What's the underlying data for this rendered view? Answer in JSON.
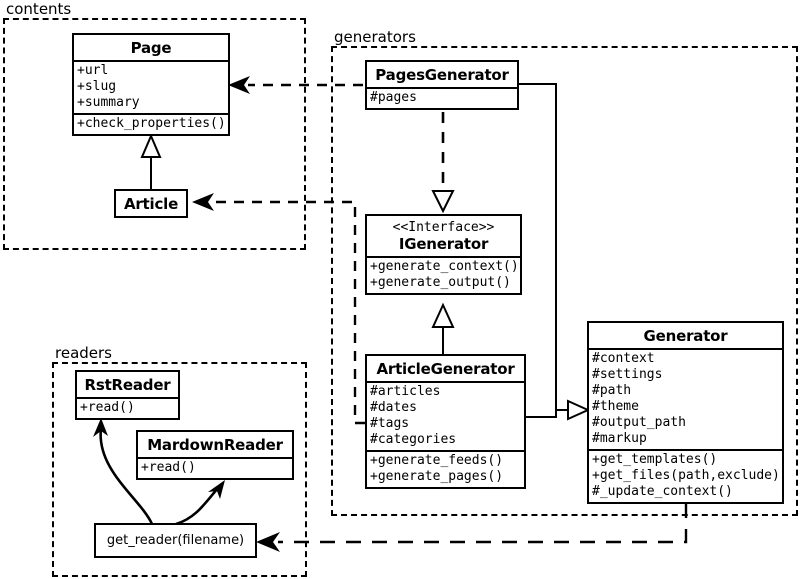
{
  "diagram": {
    "title": "UML class diagram",
    "background": "#ffffff",
    "line_color": "#000000"
  },
  "packages": [
    {
      "id": "contents",
      "label": "contents"
    },
    {
      "id": "generators",
      "label": "generators"
    },
    {
      "id": "readers",
      "label": "readers"
    }
  ],
  "classes": {
    "page": {
      "name": "Page",
      "attributes": [
        "+url",
        "+slug",
        "+summary"
      ],
      "methods": [
        "+check_properties()"
      ]
    },
    "article": {
      "name": "Article",
      "attributes": [],
      "methods": []
    },
    "pages_generator": {
      "name": "PagesGenerator",
      "attributes": [
        "#pages"
      ],
      "methods": []
    },
    "igenerator": {
      "stereotype": "<<Interface>>",
      "name": "IGenerator",
      "attributes": [],
      "methods": [
        "+generate_context()",
        "+generate_output()"
      ]
    },
    "article_generator": {
      "name": "ArticleGenerator",
      "attributes": [
        "#articles",
        "#dates",
        "#tags",
        "#categories"
      ],
      "methods": [
        "+generate_feeds()",
        "+generate_pages()"
      ]
    },
    "generator": {
      "name": "Generator",
      "attributes": [
        "#context",
        "#settings",
        "#path",
        "#theme",
        "#output_path",
        "#markup"
      ],
      "methods": [
        "+get_templates()",
        "+get_files(path,exclude)",
        "#_update_context()"
      ]
    },
    "rst_reader": {
      "name": "RstReader",
      "attributes": [],
      "methods": [
        "+read()"
      ]
    },
    "mardown_reader": {
      "name": "MardownReader",
      "attributes": [],
      "methods": [
        "+read()"
      ]
    },
    "get_reader": {
      "name": "get_reader(filename)",
      "attributes": [],
      "methods": []
    }
  },
  "relations": [
    {
      "id": "article-inherits-page",
      "type": "generalization",
      "from": "Article",
      "to": "Page"
    },
    {
      "id": "pagesgen-realizes-igen",
      "type": "realization",
      "from": "PagesGenerator",
      "to": "IGenerator"
    },
    {
      "id": "articlegen-realizes-igen",
      "type": "generalization",
      "from": "ArticleGenerator",
      "to": "IGenerator"
    },
    {
      "id": "pagesgen-inherits-generator",
      "type": "generalization",
      "from": "PagesGenerator",
      "to": "Generator"
    },
    {
      "id": "articlegen-inherits-generator",
      "type": "generalization",
      "from": "ArticleGenerator",
      "to": "Generator"
    },
    {
      "id": "pagesgen-depends-page",
      "type": "dependency",
      "from": "PagesGenerator",
      "to": "Page"
    },
    {
      "id": "articlegen-depends-article",
      "type": "dependency",
      "from": "ArticleGenerator",
      "to": "Article"
    },
    {
      "id": "generator-depends-getreader",
      "type": "dependency",
      "from": "Generator",
      "to": "get_reader(filename)"
    },
    {
      "id": "getreader-creates-rst",
      "type": "association",
      "from": "get_reader(filename)",
      "to": "RstReader"
    },
    {
      "id": "getreader-creates-markdown",
      "type": "association",
      "from": "get_reader(filename)",
      "to": "MardownReader"
    }
  ]
}
